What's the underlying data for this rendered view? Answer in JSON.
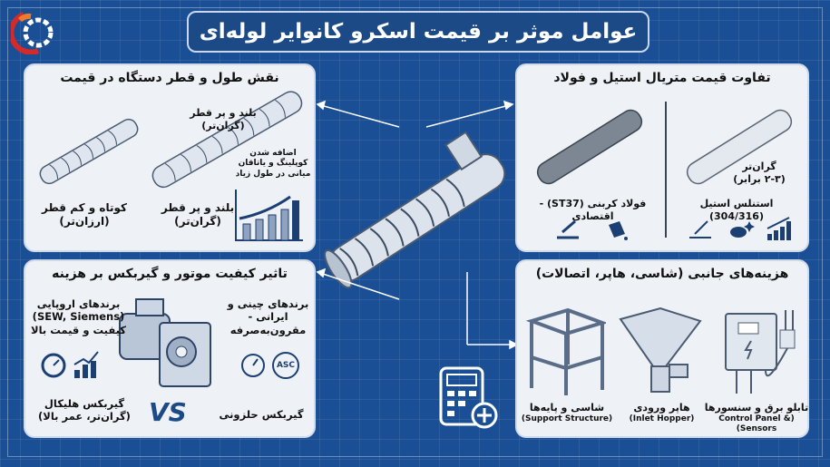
{
  "title": "عوامل موثر بر قیمت اسکرو کانوایر لوله‌ای",
  "colors": {
    "background": "#1a4f96",
    "panel": "#eef2f7",
    "title_bg": "#1c4a86",
    "logo_orange": "#f07a2a",
    "logo_red": "#d42a2a"
  },
  "panel_length": {
    "title": "نقش طول و قطر دستگاه در قیمت",
    "short_line1": "کوتاه و کم قطر",
    "short_line2": "(ارزان‌تر)",
    "long_top_line1": "بلند و پر قطر",
    "long_top_line2": "(گران‌تر)",
    "long_bottom_line1": "بلند و پر قطر",
    "long_bottom_line2": "(گران‌تر)",
    "coupling_line1": "اضافه شدن",
    "coupling_line2": "کوپلینگ و یاتاقان",
    "coupling_line3": "میانی در طول زیاد"
  },
  "panel_material": {
    "title": "تفاوت قیمت متریال استیل و فولاد",
    "stainless_price_line1": "گران‌تر",
    "stainless_price_line2": "(۲-۳ برابر)",
    "stainless_label": "استنلس استیل (304/316)",
    "carbon_label": "فولاد کربنی (ST37) - اقتصادی"
  },
  "panel_motor": {
    "title": "تاثیر کیفیت موتور و گیربکس بر هزینه",
    "euro_line1": "برندهای اروپایی",
    "euro_line2": "(SEW, Siemens)",
    "euro_line3": "کیفیت و قیمت بالا",
    "asian_line1": "برندهای چینی و",
    "asian_line2": "ایرانی -",
    "asian_line3": "مقرون‌به‌صرفه",
    "helical_line1": "گیربکس هلیکال",
    "helical_line2": "(گران‌تر، عمر بالا)",
    "vs": "VS",
    "worm": "گیربکس حلزونی",
    "asc_badge": "ASC"
  },
  "panel_accessories": {
    "title": "هزینه‌های جانبی (شاسی، هاپر، اتصالات)",
    "items": [
      {
        "fa": "شاسی و پایه‌ها",
        "en": "(Support Structure)"
      },
      {
        "fa": "هاپر ورودی",
        "en": "(Inlet Hopper)"
      },
      {
        "fa": "تابلو برق و سنسورها",
        "en": "(Control Panel & Sensors)"
      }
    ]
  }
}
